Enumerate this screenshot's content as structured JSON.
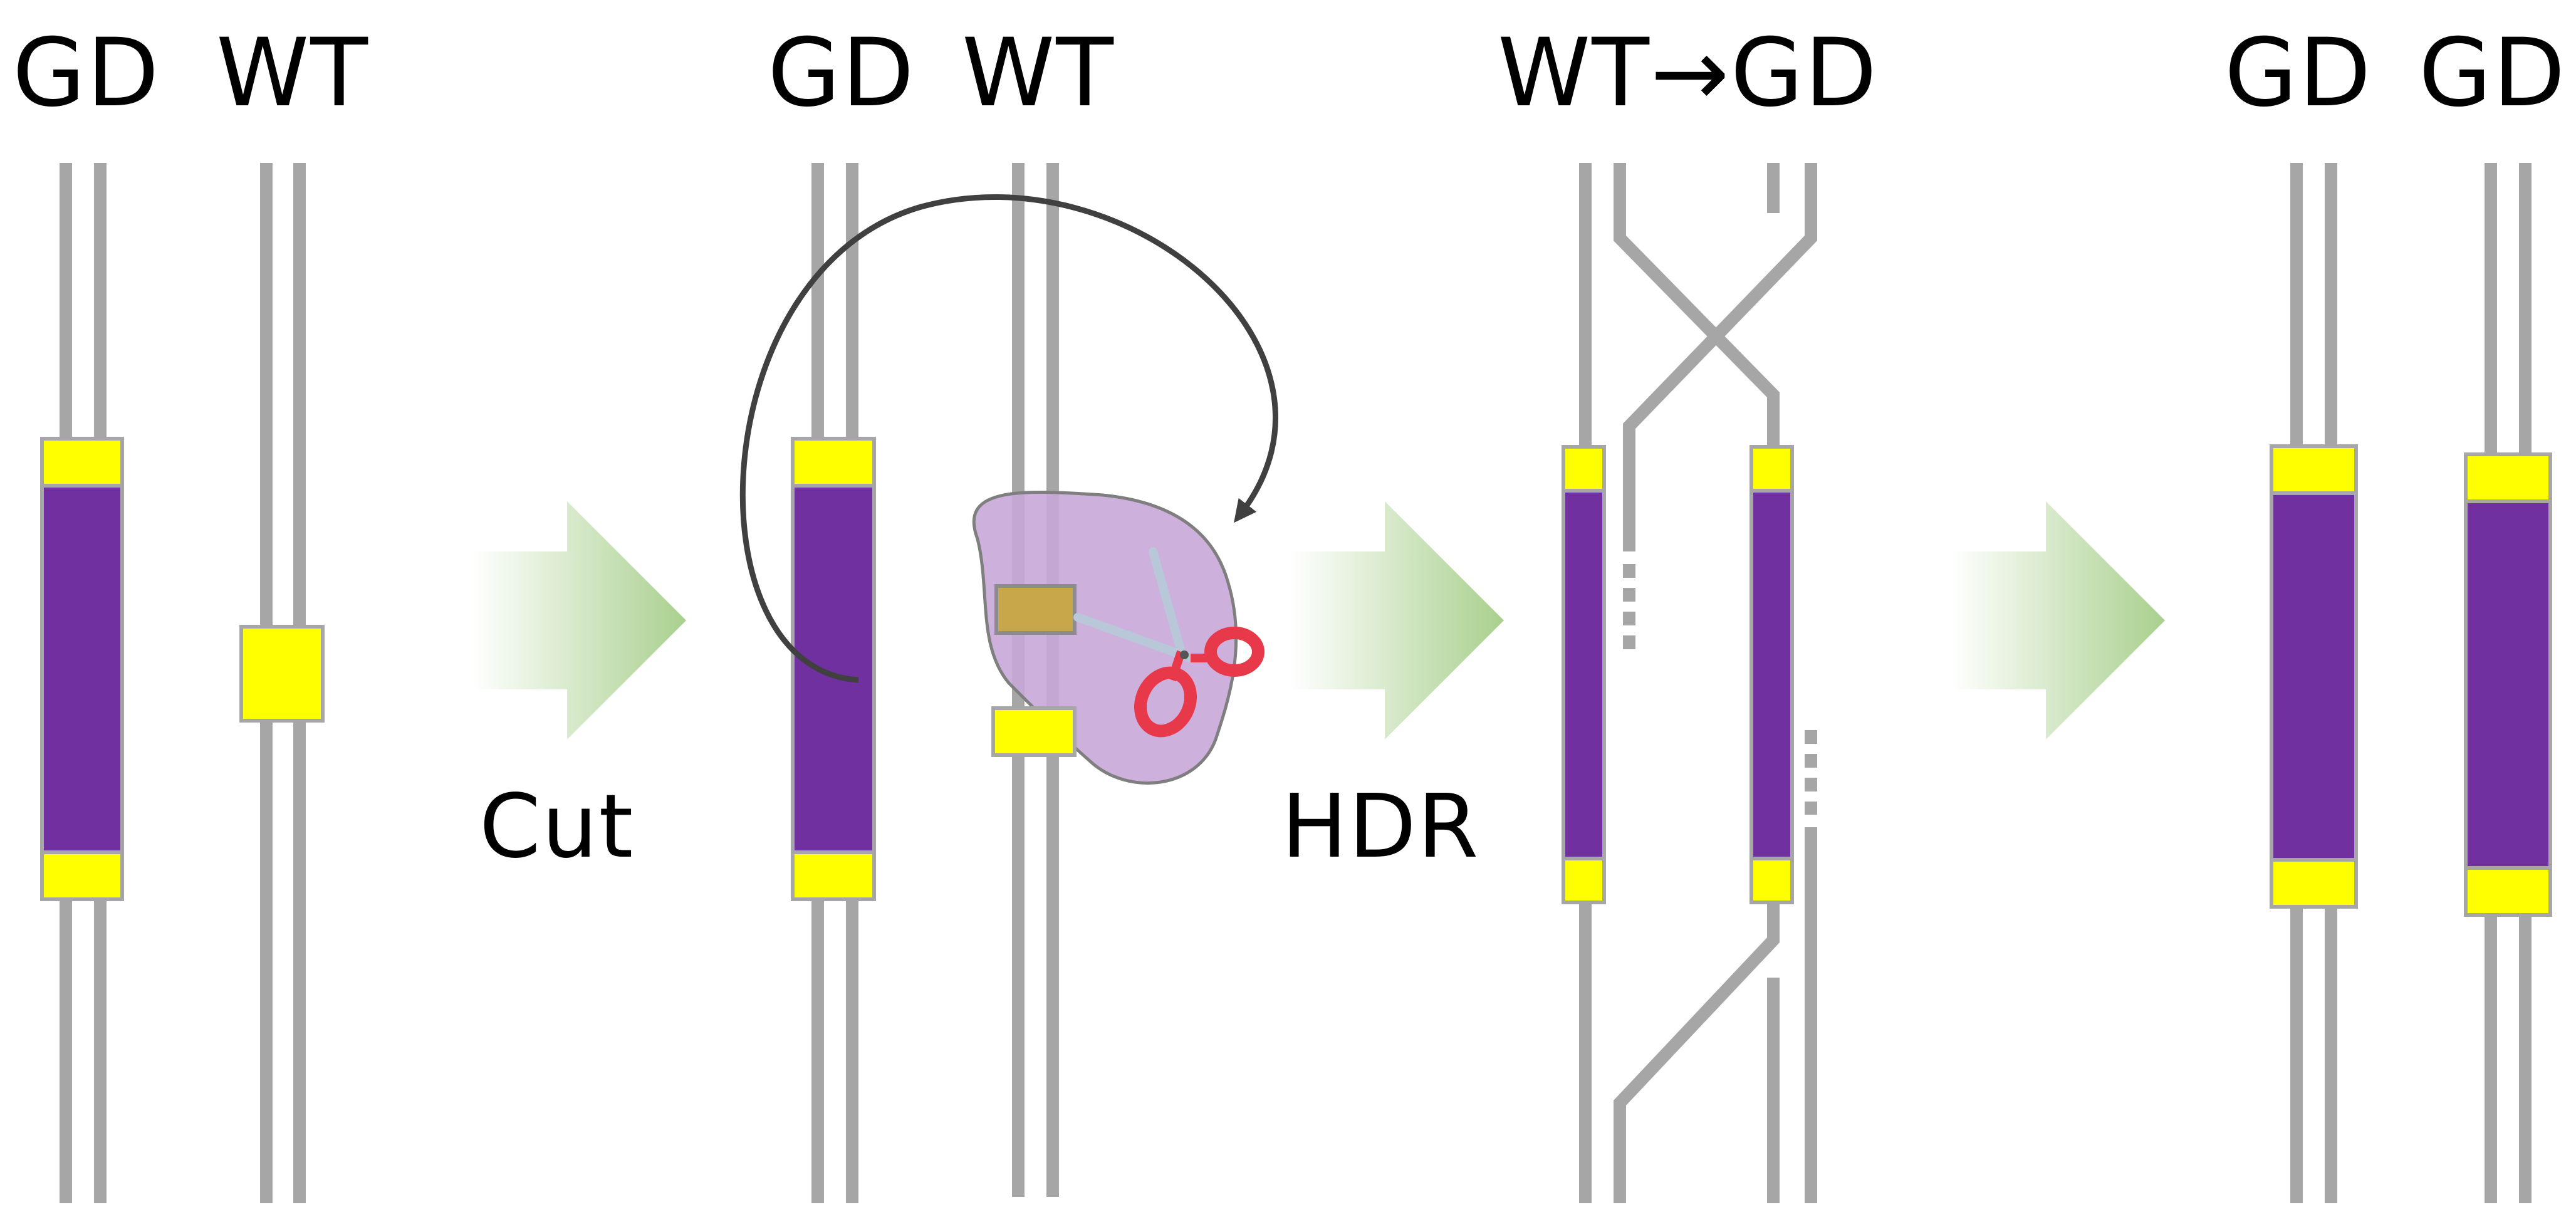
{
  "labels": {
    "panel1_left": "GD",
    "panel1_right": "WT",
    "panel2_left": "GD",
    "panel2_right": "WT",
    "panel3": "WT→GD",
    "panel4_left": "GD",
    "panel4_right": "GD"
  },
  "steps": {
    "cut": "Cut",
    "hdr": "HDR"
  },
  "colors": {
    "chromosome": "#a6a6a6",
    "flank": "#ffff00",
    "cassette": "#7030a0",
    "cas9": "#c9a7d8",
    "arrow": "#a9d08e",
    "curve": "#404040",
    "scissors": "#e8394a"
  },
  "icons": {
    "cas9_complex": "scissors-icon",
    "process_arrow": "block-arrow-right-icon"
  }
}
